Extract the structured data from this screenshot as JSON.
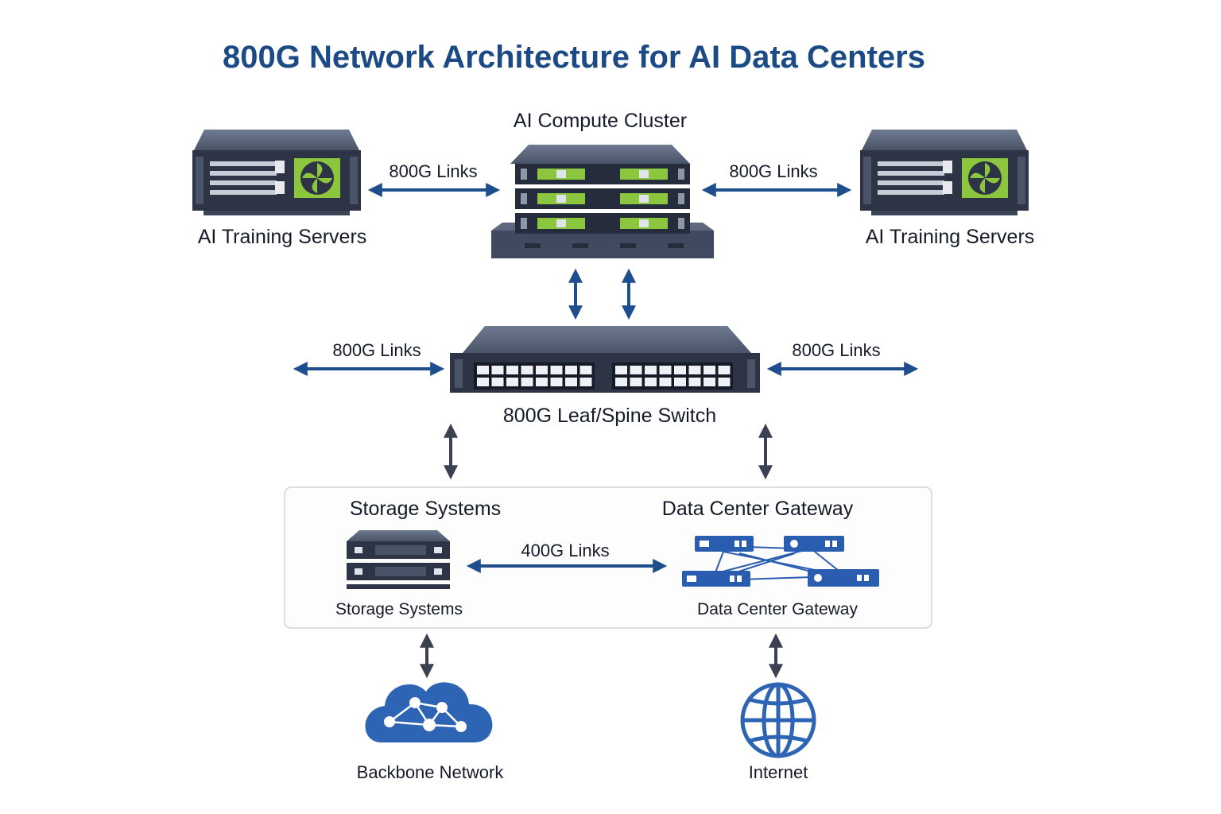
{
  "title": "800G Network Architecture for AI Data Centers",
  "nodes": {
    "compute_cluster": "AI Compute Cluster",
    "training_left": "AI Training Servers",
    "training_right": "AI Training Servers",
    "switch": "800G Leaf/Spine Switch",
    "storage_heading": "Storage Systems",
    "storage_caption": "Storage Systems",
    "gateway_heading": "Data Center Gateway",
    "gateway_caption": "Data Center Gateway",
    "backbone": "Backbone Network",
    "internet": "Internet"
  },
  "links": {
    "cluster_left": "800G Links",
    "cluster_right": "800G Links",
    "switch_left": "800G Links",
    "switch_right": "800G Links",
    "storage_gateway": "400G Links"
  },
  "colors": {
    "title": "#1b4a85",
    "arrow_blue": "#1f4e8f",
    "arrow_gray": "#3b4150",
    "chassis": "#2c3446",
    "accent_green": "#8cc63f",
    "device_blue": "#2a5db0"
  }
}
